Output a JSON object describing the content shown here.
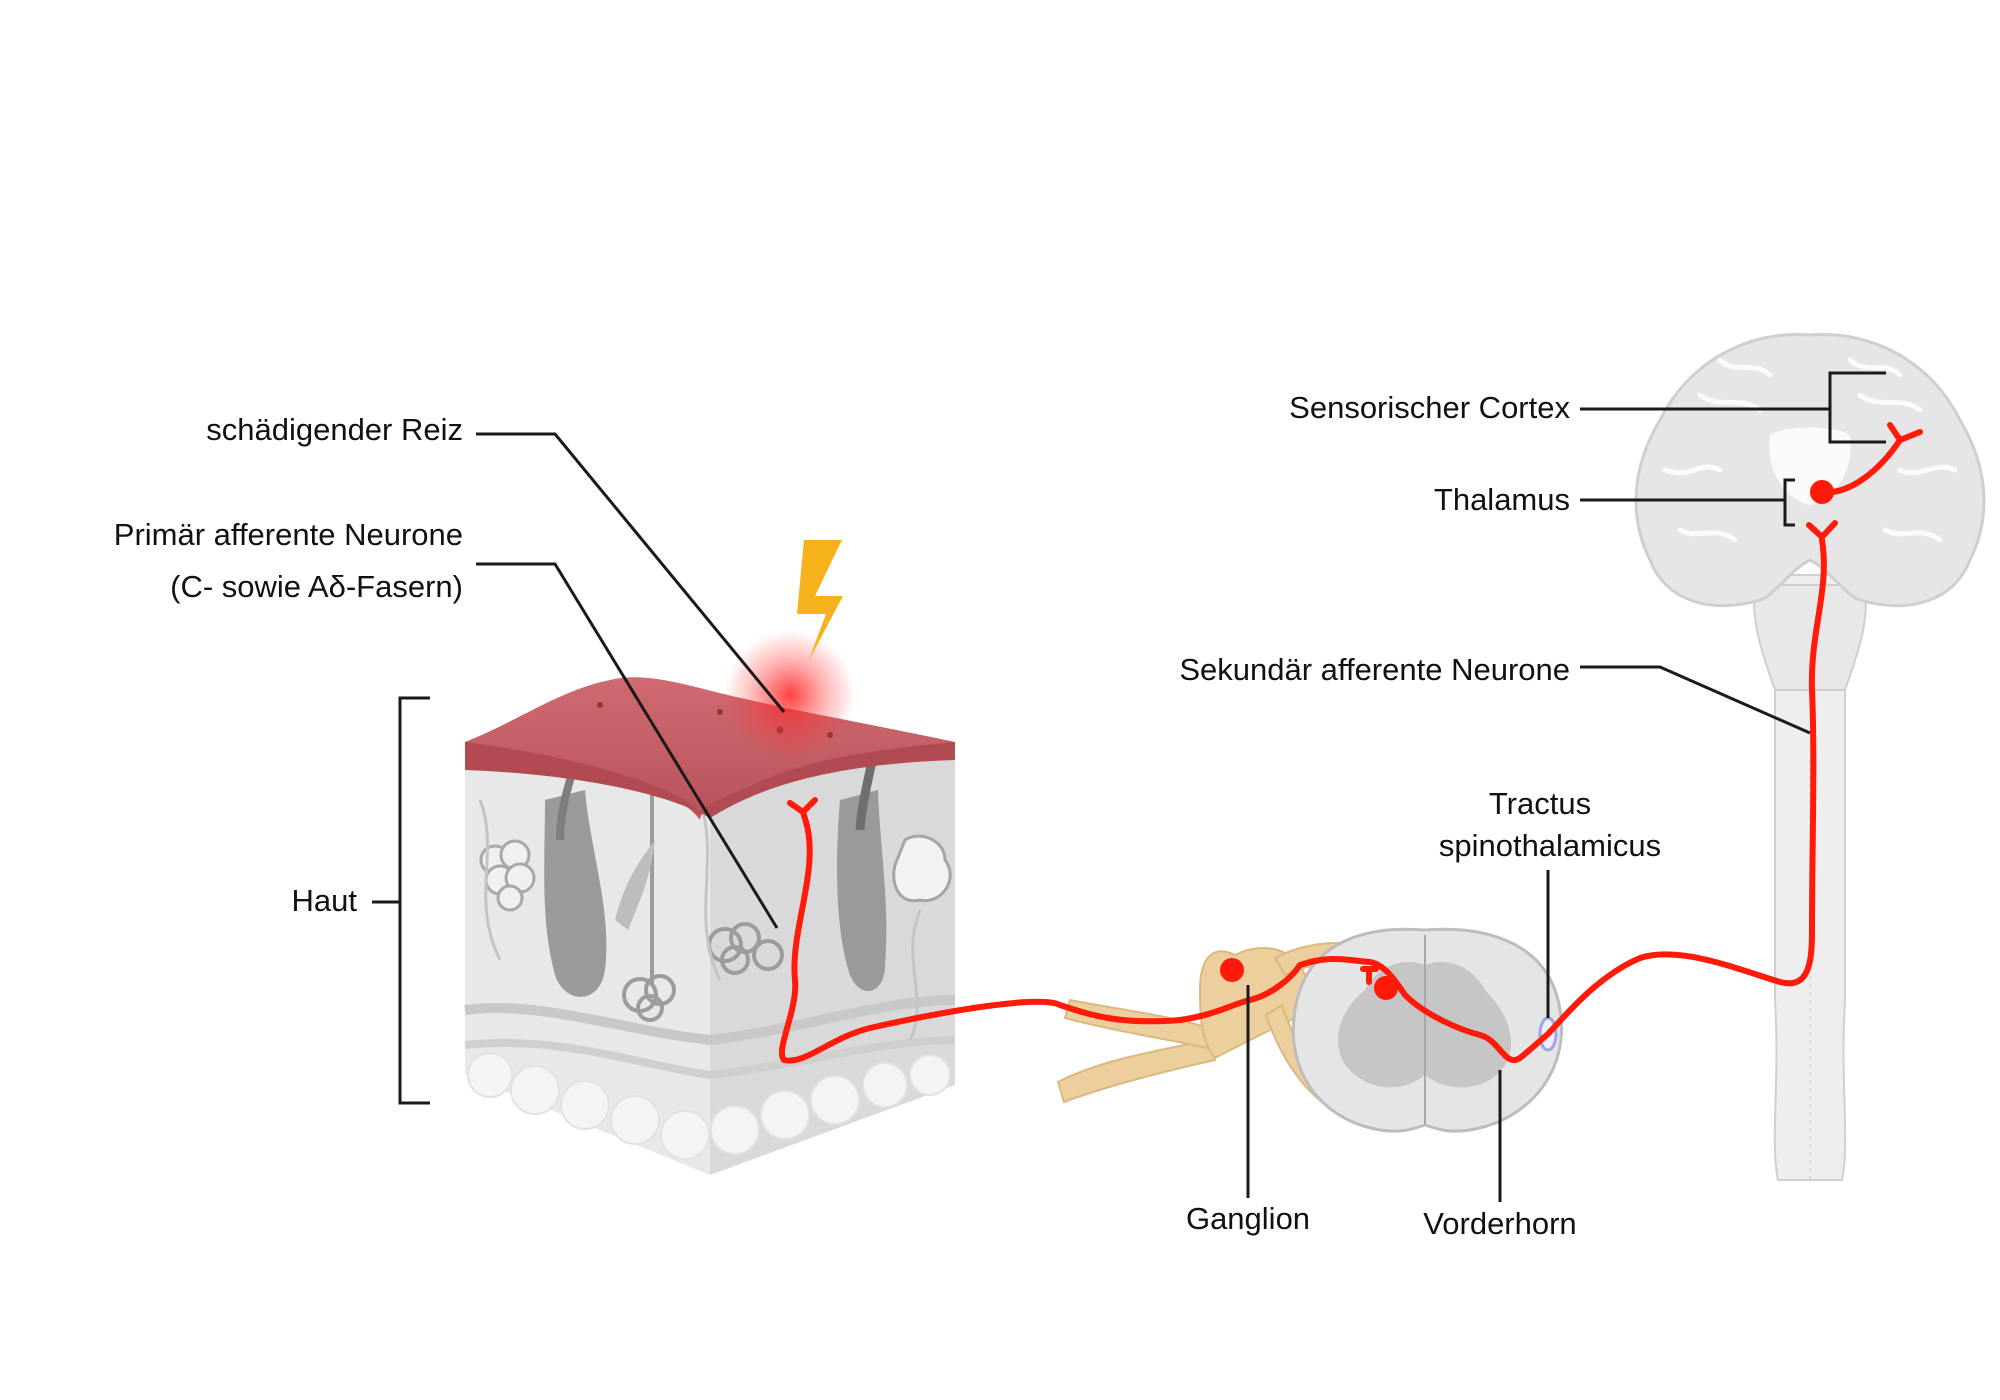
{
  "labels": {
    "reiz": "schädigender Reiz",
    "primaer_line1": "Primär afferente Neurone",
    "primaer_line2": "(C- sowie  Aδ-Fasern)",
    "haut": "Haut",
    "cortex": "Sensorischer Cortex",
    "thalamus": "Thalamus",
    "sekundaer": "Sekundär afferente Neurone",
    "tractus_line1": "Tractus",
    "tractus_line2": "spinothalamicus",
    "ganglion": "Ganglion",
    "vorderhorn": "Vorderhorn"
  },
  "colors": {
    "neuron": "#ff1a0a",
    "leader": "#1a1a1a",
    "skin_surface": "#c9636a",
    "skin_tissue": "#e3e3e3",
    "ganglion_nerve": "#eccf9c",
    "spinal_cord": "#dedede",
    "brain": "#e6e6e6",
    "lightning": "#f6b21b",
    "tract_marker": "#9aa6e8"
  },
  "icons": {
    "stimulus": "lightning-bolt-icon",
    "neuron_cell_body": "red-dot-icon"
  }
}
